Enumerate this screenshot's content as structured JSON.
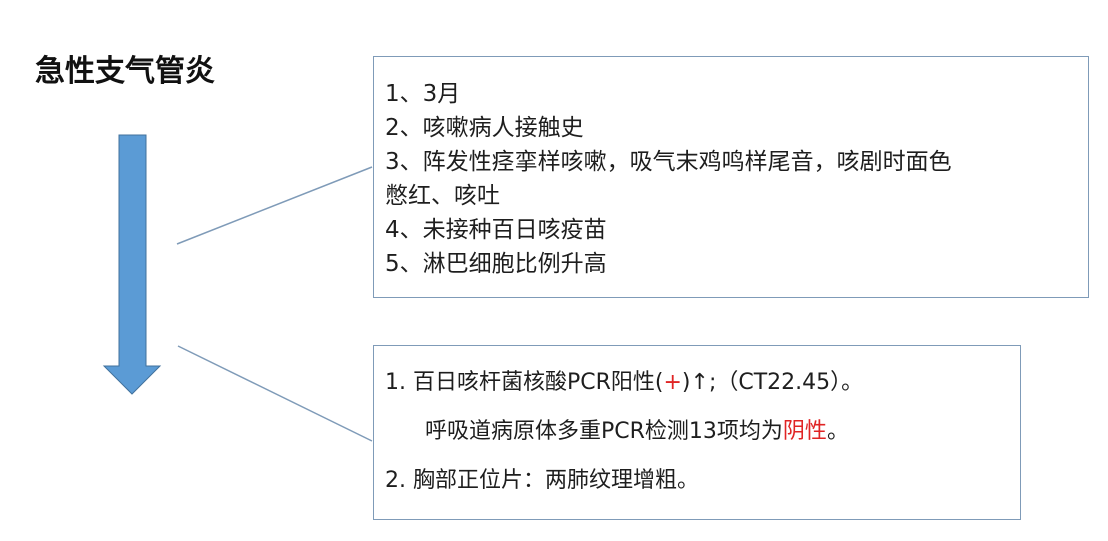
{
  "title": "急性支气管炎",
  "colors": {
    "arrow_fill": "#5b9bd5",
    "arrow_stroke": "#41719c",
    "connector": "#7f9bb8",
    "box_border": "#7f9bb8",
    "highlight_red": "#e02424"
  },
  "arrow": {
    "icon": "down-arrow-icon"
  },
  "clinical_box": {
    "lines": [
      "1、3月",
      "2、咳嗽病人接触史",
      "3、阵发性痉挛样咳嗽，吸气末鸡鸣样尾音，咳剧时面色",
      "憋红、咳吐",
      "4、未接种百日咳疫苗",
      "5、淋巴细胞比例升高"
    ]
  },
  "lab_box": {
    "item1": {
      "prefix": "1. 百日咳杆菌核酸PCR阳性(",
      "plus": "+",
      "suffix": ")↑;（CT22.45）。"
    },
    "item1b": {
      "prefix": "呼吸道病原体多重PCR检测13项均为",
      "highlight": "阴性",
      "suffix": "。"
    },
    "item2": "2. 胸部正位片：两肺纹理增粗。"
  }
}
